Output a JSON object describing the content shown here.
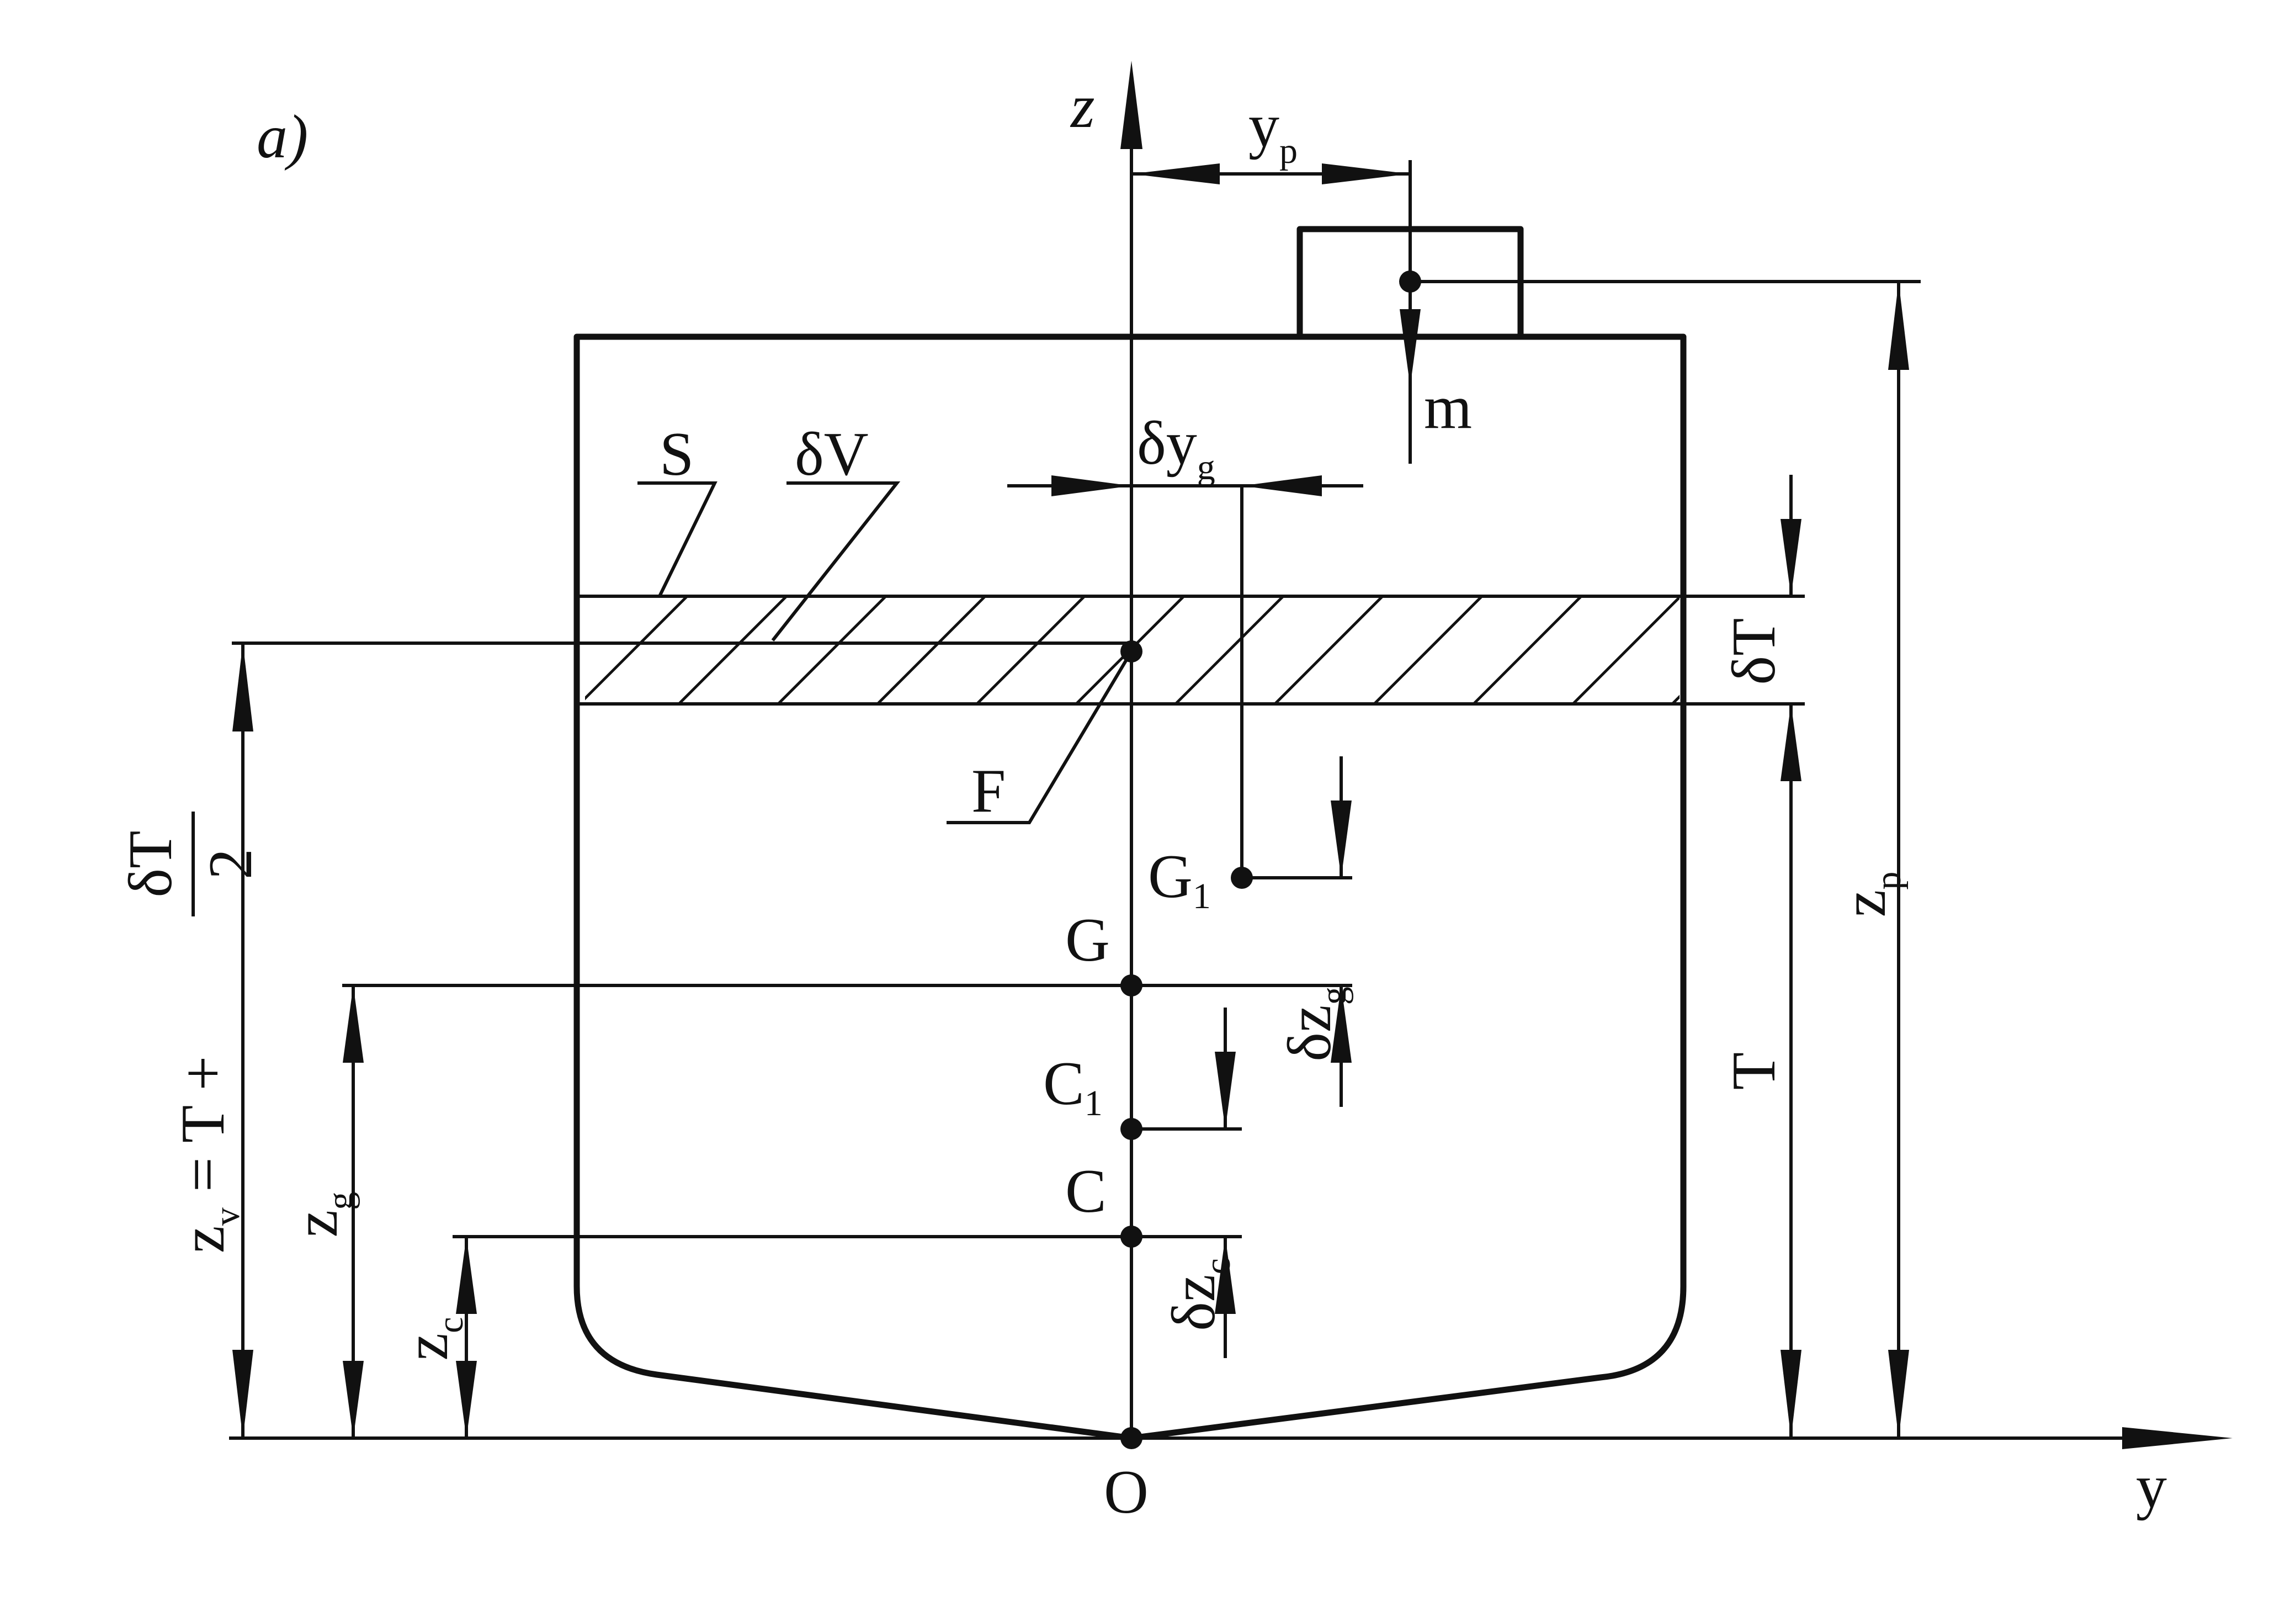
{
  "figure": {
    "panel_label": "a)",
    "axes": {
      "z": "z",
      "y": "y",
      "origin": "O"
    },
    "labels": {
      "S": "S",
      "dV": "δV",
      "F": "F",
      "m": "m",
      "dT": "δT",
      "T": "T"
    },
    "points": {
      "G": "G",
      "G1": {
        "base": "G",
        "sub": "1"
      },
      "C": "C",
      "C1": {
        "base": "C",
        "sub": "1"
      }
    },
    "dimensions": {
      "yp": {
        "base": "y",
        "sub": "p"
      },
      "dyg": {
        "base": "δy",
        "sub": "g"
      },
      "zp": {
        "base": "z",
        "sub": "p"
      },
      "dzg": {
        "base": "δz",
        "sub": "g"
      },
      "dzc": {
        "base": "δz",
        "sub": "c"
      },
      "zg": {
        "base": "z",
        "sub": "g"
      },
      "zc": {
        "base": "z",
        "sub": "c"
      },
      "zv": {
        "base": "z",
        "sub": "v",
        "eq": " = T + ",
        "num": "δT",
        "den": "2"
      }
    }
  }
}
